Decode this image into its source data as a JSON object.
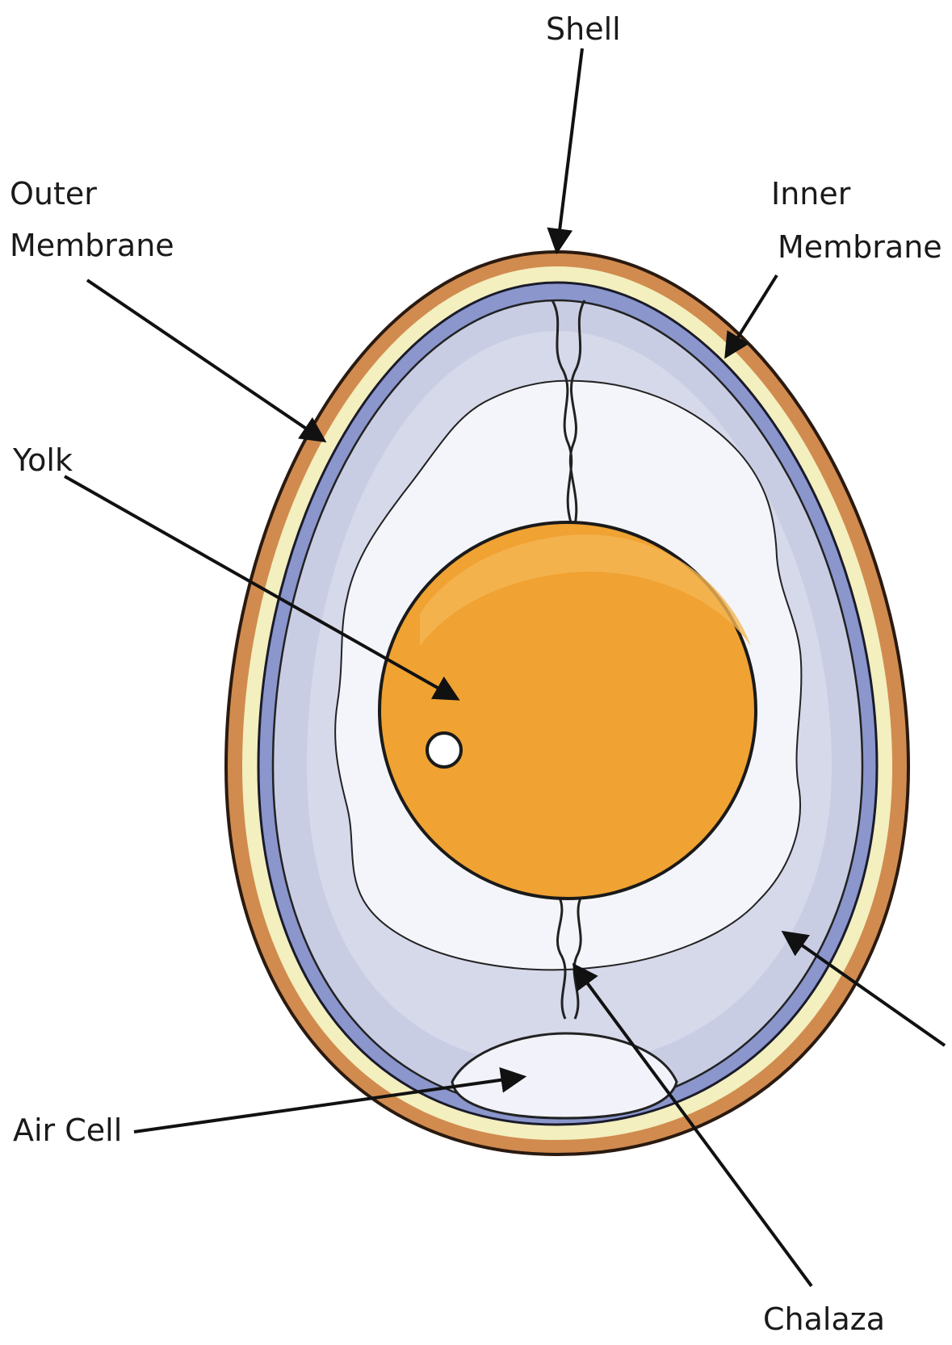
{
  "labels": {
    "shell": "Shell",
    "outer_membrane_1": "Outer",
    "outer_membrane_2": "Membrane",
    "inner_membrane_1": "Inner",
    "inner_membrane_2": "Membrane",
    "yolk": "Yolk",
    "air_cell": "Air Cell",
    "chalaza": "Chalaza"
  },
  "colors": {
    "shell": "#d18b4f",
    "outer_membrane": "#f3efbe",
    "inner_membrane": "#8a96cc",
    "albumen": "#c9cde4",
    "inner_albumen": "#f4f5fb",
    "yolk": "#f0a232",
    "air_cell": "#f2f3fa"
  }
}
